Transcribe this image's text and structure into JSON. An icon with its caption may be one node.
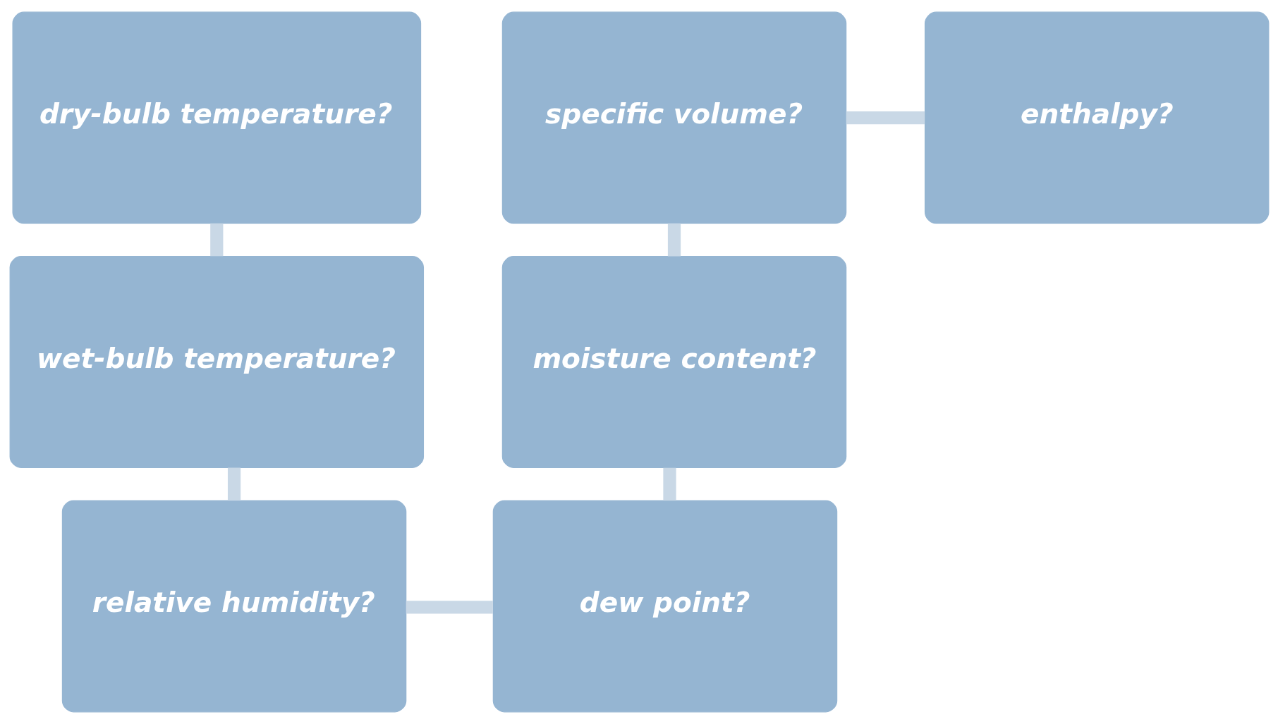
{
  "diagram": {
    "nodes": [
      {
        "text": [
          "dry-bulb temperature?"
        ]
      },
      {
        "text": [
          "wet-bulb temperature?"
        ]
      },
      {
        "text": [
          "relative humidity?"
        ]
      },
      {
        "text": [
          "dew point?"
        ]
      },
      {
        "text": [
          "moisture content?"
        ]
      },
      {
        "text": [
          "specific volume?"
        ]
      },
      {
        "text": [
          "enthalpy?"
        ]
      }
    ],
    "edges": [
      {
        "from": 0,
        "to": 1,
        "arrow": "none"
      },
      {
        "from": 1,
        "to": 2,
        "arrow": "none"
      },
      {
        "from": 2,
        "to": 3,
        "arrow": "none"
      },
      {
        "from": 3,
        "to": 4,
        "arrow": "none"
      },
      {
        "from": 4,
        "to": 5,
        "arrow": "none"
      },
      {
        "from": 5,
        "to": 6,
        "arrow": "none"
      }
    ]
  }
}
